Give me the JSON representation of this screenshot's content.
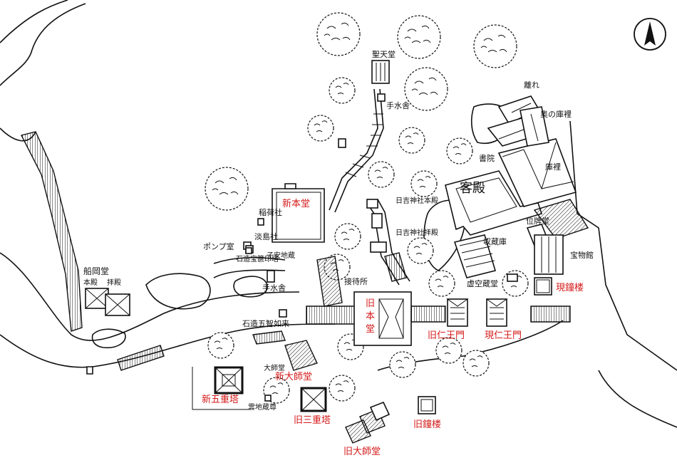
{
  "labels": {
    "seitendo": "聖天堂",
    "chozusha_top": "手水舎",
    "hanare": "離れ",
    "oku_kuri": "奥の庫裡",
    "shoin": "書院",
    "kuri": "庫裡",
    "kyakuden": "客殿",
    "shin_hondo": "新本堂",
    "inarisha": "稲荷社",
    "awashimasha": "淡島社",
    "pump": "ポンプ室",
    "ishizukuri_hokyoin": "石造宝篋印塔",
    "koyasu_jizo": "子安地蔵",
    "funaokado": "船岡堂",
    "honden": "本殿",
    "haiden": "拝殿",
    "chozusha_mid": "手水舎",
    "ishizukuri_gochi": "石造五智如来",
    "hie_honden": "日吉神社本殿",
    "hie_haiden": "日吉神社拝殿",
    "settaisho": "接待所",
    "shuzoko": "収蔵庫",
    "ihaido": "位牌堂",
    "homotsukan": "宝物館",
    "kokuzodo": "虚空蔵堂",
    "daishido_small": "大師堂",
    "kyu_hondo": "旧本堂",
    "kyu_niomon": "旧仁王門",
    "gen_niomon": "現仁王門",
    "gen_shoro": "現鐘楼",
    "shin_daishido": "新大師堂",
    "shin_gojuto": "新五重塔",
    "kyu_sanjuto": "旧三重塔",
    "kyu_shoro": "旧鐘楼",
    "kyu_daishido": "旧大師堂",
    "jizoson": "雲地蔵尊"
  },
  "compass": {
    "icon": "north-arrow-icon"
  },
  "colors": {
    "highlight": "#d41a1a",
    "ink": "#111111"
  }
}
